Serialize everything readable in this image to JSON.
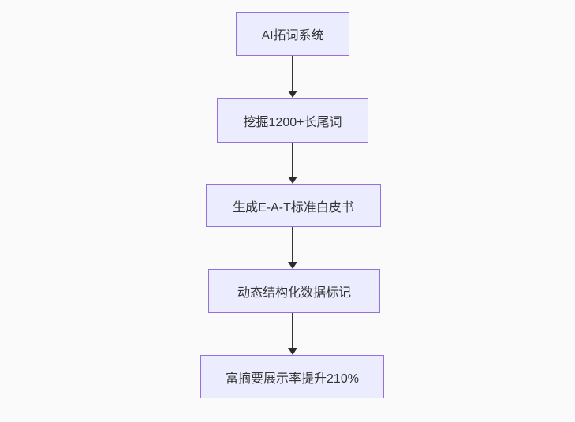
{
  "diagram": {
    "type": "flowchart",
    "direction": "top-down",
    "nodes": [
      {
        "id": "A",
        "label": "AI拓词系统"
      },
      {
        "id": "B",
        "label": "挖掘1200+长尾词"
      },
      {
        "id": "C",
        "label": "生成E-A-T标准白皮书"
      },
      {
        "id": "D",
        "label": "动态结构化数据标记"
      },
      {
        "id": "E",
        "label": "富摘要展示率提升210%"
      }
    ],
    "edges": [
      {
        "from": "A",
        "to": "B",
        "arrow": "down"
      },
      {
        "from": "B",
        "to": "C",
        "arrow": "down"
      },
      {
        "from": "C",
        "to": "D",
        "arrow": "down"
      },
      {
        "from": "D",
        "to": "E",
        "arrow": "down"
      }
    ],
    "colors": {
      "background": "#fafafa",
      "node_fill": "#ECECFF",
      "node_border": "#9370DB",
      "text": "#333333",
      "arrow": "#333333"
    }
  }
}
